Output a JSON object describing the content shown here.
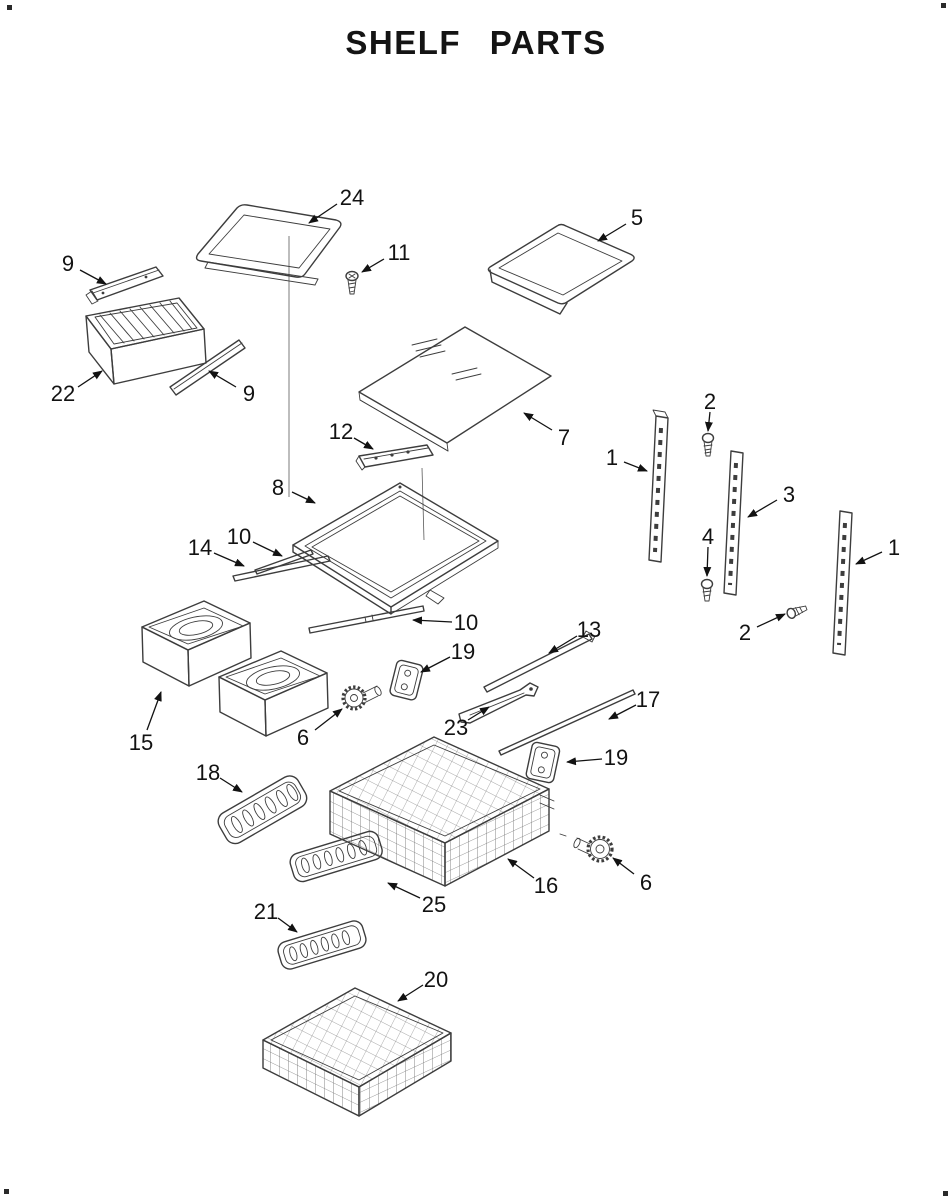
{
  "title": "SHELF PARTS",
  "diagram": {
    "callouts": [
      {
        "label": "24",
        "text": [
          352,
          197
        ],
        "line": [
          337,
          204,
          309,
          223
        ]
      },
      {
        "label": "11",
        "text": [
          399,
          252
        ],
        "line": [
          384,
          259,
          362,
          272
        ]
      },
      {
        "label": "9",
        "text": [
          68,
          263
        ],
        "line": [
          80,
          270,
          106,
          284
        ]
      },
      {
        "label": "5",
        "text": [
          637,
          217
        ],
        "line": [
          626,
          224,
          598,
          241
        ]
      },
      {
        "label": "22",
        "text": [
          63,
          393
        ],
        "line": [
          78,
          387,
          102,
          371
        ]
      },
      {
        "label": "9",
        "text": [
          249,
          393
        ],
        "line": [
          236,
          387,
          209,
          371
        ]
      },
      {
        "label": "7",
        "text": [
          564,
          437
        ],
        "line": [
          552,
          430,
          524,
          413
        ]
      },
      {
        "label": "12",
        "text": [
          341,
          431
        ],
        "line": [
          354,
          438,
          373,
          449
        ]
      },
      {
        "label": "8",
        "text": [
          278,
          487
        ],
        "line": [
          292,
          492,
          315,
          503
        ]
      },
      {
        "label": "14",
        "text": [
          200,
          547
        ],
        "line": [
          214,
          553,
          244,
          566
        ]
      },
      {
        "label": "10",
        "text": [
          239,
          536
        ],
        "line": [
          253,
          542,
          282,
          556
        ]
      },
      {
        "label": "1",
        "text": [
          612,
          457
        ],
        "line": [
          624,
          462,
          647,
          471
        ]
      },
      {
        "label": "2",
        "text": [
          710,
          401
        ],
        "line": [
          710,
          412,
          708,
          431
        ]
      },
      {
        "label": "3",
        "text": [
          789,
          494
        ],
        "line": [
          777,
          500,
          748,
          517
        ]
      },
      {
        "label": "4",
        "text": [
          708,
          536
        ],
        "line": [
          708,
          547,
          707,
          576
        ]
      },
      {
        "label": "1",
        "text": [
          894,
          547
        ],
        "line": [
          882,
          552,
          856,
          564
        ]
      },
      {
        "label": "2",
        "text": [
          745,
          632
        ],
        "line": [
          757,
          627,
          785,
          614
        ]
      },
      {
        "label": "10",
        "text": [
          466,
          622
        ],
        "line": [
          452,
          622,
          413,
          620
        ]
      },
      {
        "label": "13",
        "text": [
          589,
          629
        ],
        "line": [
          577,
          636,
          549,
          653
        ]
      },
      {
        "label": "19",
        "text": [
          463,
          651
        ],
        "line": [
          450,
          657,
          421,
          672
        ]
      },
      {
        "label": "17",
        "text": [
          648,
          699
        ],
        "line": [
          636,
          705,
          609,
          719
        ]
      },
      {
        "label": "15",
        "text": [
          141,
          742
        ],
        "line": [
          147,
          730,
          161,
          692
        ]
      },
      {
        "label": "6",
        "text": [
          303,
          737
        ],
        "line": [
          315,
          730,
          342,
          709
        ]
      },
      {
        "label": "23",
        "text": [
          456,
          727
        ],
        "line": [
          468,
          720,
          489,
          707
        ]
      },
      {
        "label": "19",
        "text": [
          616,
          757
        ],
        "line": [
          602,
          759,
          567,
          762
        ]
      },
      {
        "label": "18",
        "text": [
          208,
          772
        ],
        "line": [
          220,
          778,
          242,
          792
        ]
      },
      {
        "label": "16",
        "text": [
          546,
          885
        ],
        "line": [
          534,
          878,
          508,
          859
        ]
      },
      {
        "label": "6",
        "text": [
          646,
          882
        ],
        "line": [
          634,
          874,
          613,
          858
        ]
      },
      {
        "label": "25",
        "text": [
          434,
          904
        ],
        "line": [
          420,
          898,
          388,
          883
        ]
      },
      {
        "label": "21",
        "text": [
          266,
          911
        ],
        "line": [
          278,
          918,
          297,
          932
        ]
      },
      {
        "label": "20",
        "text": [
          436,
          979
        ],
        "line": [
          423,
          985,
          398,
          1001
        ]
      }
    ]
  }
}
